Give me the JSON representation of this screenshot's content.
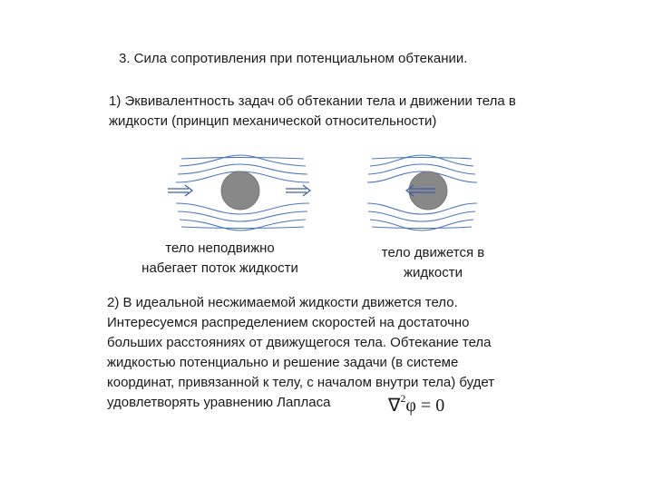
{
  "heading": "3. Сила сопротивления при потенциальном обтекании.",
  "section1": {
    "lines": [
      "1) Эквивалентность задач об обтекании тела и движении тела в",
      "жидкости (принцип механической относительности)"
    ]
  },
  "captions": {
    "left": [
      "тело неподвижно",
      "набегает поток жидкости"
    ],
    "right": [
      "тело движется в",
      "жидкости"
    ]
  },
  "section2": {
    "lines": [
      "2) В идеальной несжимаемой жидкости движется тело.",
      "Интересуемся распределением скоростей на достаточно",
      "больших расстояниях от движущегося тела. Обтекание тела",
      "жидкостью потенциально и решение задачи (в системе",
      "координат, привязанной к телу, с началом внутри тела) будет",
      "удовлетворять уравнению Лапласа"
    ]
  },
  "formula": {
    "operator": "∇",
    "power": "2",
    "body": "φ = 0"
  },
  "colors": {
    "streamline": "#4a78c0",
    "body_fill": "#888888",
    "arrow": "#3a5fa8"
  }
}
